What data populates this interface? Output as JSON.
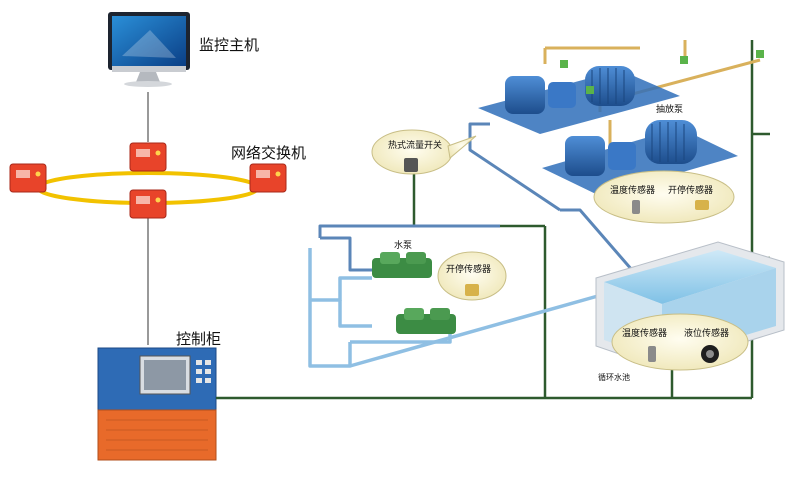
{
  "labels": {
    "monitor_host": "监控主机",
    "network_switch": "网络交换机",
    "control_cabinet": "控制柜",
    "thermal_flow_switch": "热式流量开关",
    "suction_pump": "抽放泵",
    "temp_sensor_pump": "温度传感器",
    "start_stop_sensor_pump": "开停传感器",
    "water_pump": "水泵",
    "start_stop_sensor_water": "开停传感器",
    "temp_sensor_pool": "温度传感器",
    "level_sensor_pool": "液位传感器",
    "circulation_pool": "循环水池"
  },
  "colors": {
    "signal_line": "#2e5a2e",
    "ring": "#f2c200",
    "pipe_blue": "#5b86b8",
    "pipe_light": "#8fbfe3",
    "pump_blue": "#2a63a8",
    "cabinet_orange": "#e86a2a",
    "bubble_fill": "#f7f3d2"
  }
}
